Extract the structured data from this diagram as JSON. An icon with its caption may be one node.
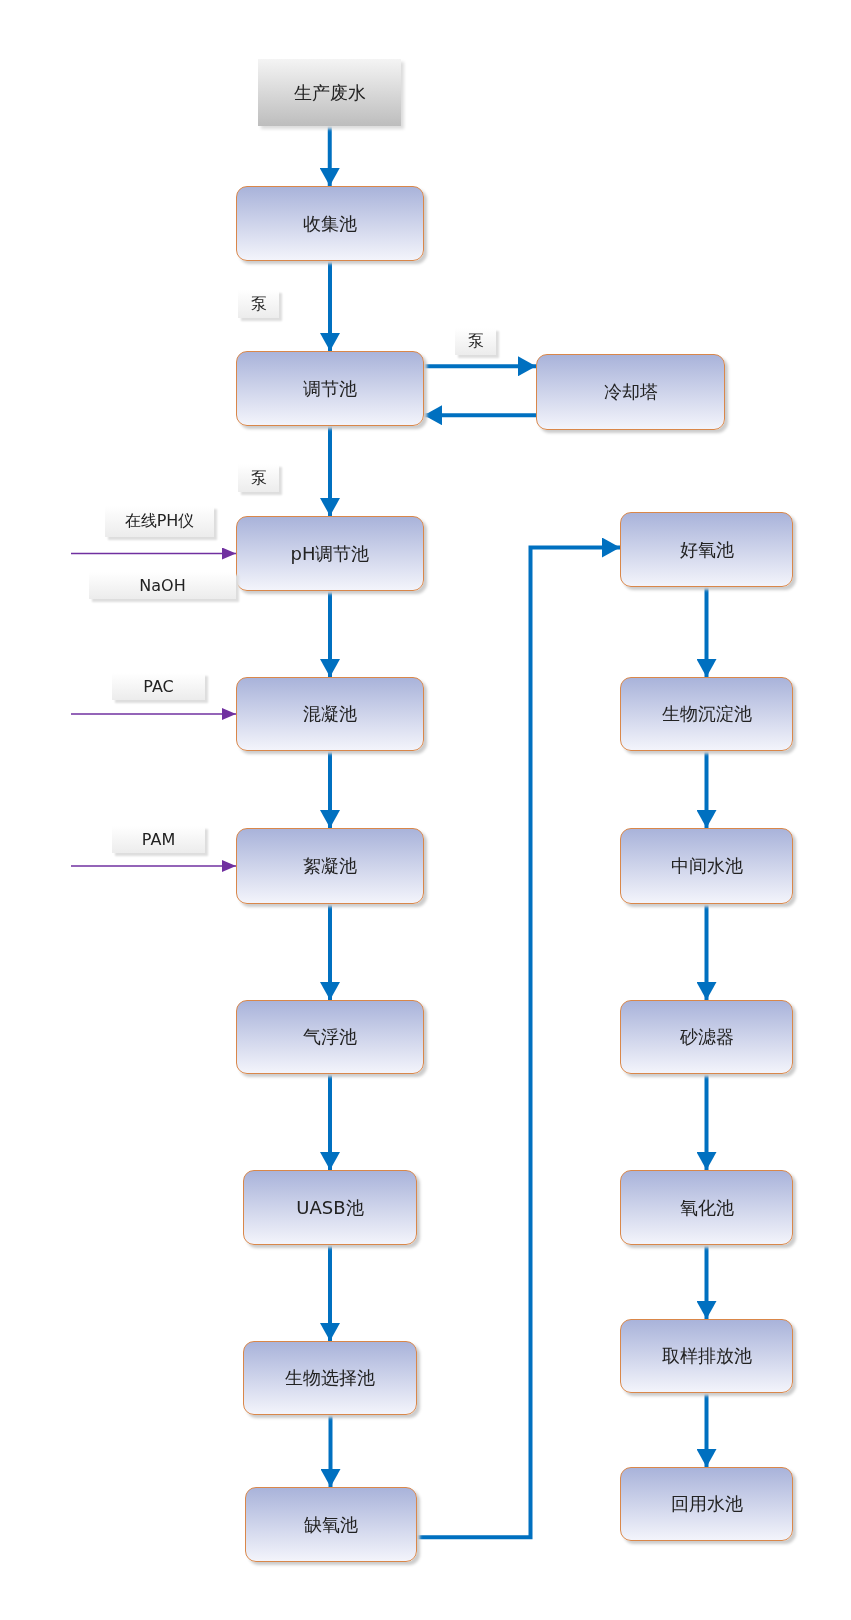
{
  "diagram": {
    "nodes": [
      {
        "text": [
          "生产废水"
        ]
      },
      {
        "text": [
          "收集池"
        ]
      },
      {
        "text": [
          "泵"
        ]
      },
      {
        "text": [
          "调节池"
        ]
      },
      {
        "text": [
          "泵"
        ]
      },
      {
        "text": [
          "冷却塔"
        ]
      },
      {
        "text": [
          "泵"
        ]
      },
      {
        "text": [
          "在线PH仪"
        ]
      },
      {
        "text": [
          "pH调节池"
        ]
      },
      {
        "text": [
          "NaOH"
        ]
      },
      {
        "text": [
          "PAC"
        ]
      },
      {
        "text": [
          "混凝池"
        ]
      },
      {
        "text": [
          "PAM"
        ]
      },
      {
        "text": [
          "絮凝池"
        ]
      },
      {
        "text": [
          "气浮池"
        ]
      },
      {
        "text": [
          "UASB池"
        ]
      },
      {
        "text": [
          "生物选择池"
        ]
      },
      {
        "text": [
          "缺氧池"
        ]
      },
      {
        "text": [
          "好氧池"
        ]
      },
      {
        "text": [
          "生物沉淀池"
        ]
      },
      {
        "text": [
          "中间水池"
        ]
      },
      {
        "text": [
          "砂滤器"
        ]
      },
      {
        "text": [
          "氧化池"
        ]
      },
      {
        "text": [
          "取样排放池"
        ]
      },
      {
        "text": [
          "回用水池"
        ]
      }
    ],
    "edges": [
      {
        "from": 0,
        "to": 1,
        "arrow": "to"
      },
      {
        "from": 1,
        "to": 3,
        "arrow": "to"
      },
      {
        "from": 3,
        "to": 5,
        "arrow": "to"
      },
      {
        "from": 5,
        "to": 3,
        "arrow": "to"
      },
      {
        "from": 3,
        "to": 8,
        "arrow": "to"
      },
      {
        "from": null,
        "to": 8,
        "arrow": "to",
        "color": "#7030a0"
      },
      {
        "from": 8,
        "to": 11,
        "arrow": "to"
      },
      {
        "from": null,
        "to": 11,
        "arrow": "to",
        "color": "#7030a0"
      },
      {
        "from": 11,
        "to": 13,
        "arrow": "to"
      },
      {
        "from": null,
        "to": 13,
        "arrow": "to",
        "color": "#7030a0"
      },
      {
        "from": 13,
        "to": 14,
        "arrow": "to"
      },
      {
        "from": 14,
        "to": 15,
        "arrow": "to"
      },
      {
        "from": 15,
        "to": 16,
        "arrow": "to"
      },
      {
        "from": 16,
        "to": 17,
        "arrow": "to"
      },
      {
        "from": 17,
        "to": 18,
        "arrow": "to"
      },
      {
        "from": 18,
        "to": 19,
        "arrow": "to"
      },
      {
        "from": 19,
        "to": 20,
        "arrow": "to"
      },
      {
        "from": 20,
        "to": 21,
        "arrow": "to"
      },
      {
        "from": 21,
        "to": 22,
        "arrow": "to"
      },
      {
        "from": 22,
        "to": 23,
        "arrow": "to"
      },
      {
        "from": 23,
        "to": 24,
        "arrow": "to"
      }
    ]
  }
}
